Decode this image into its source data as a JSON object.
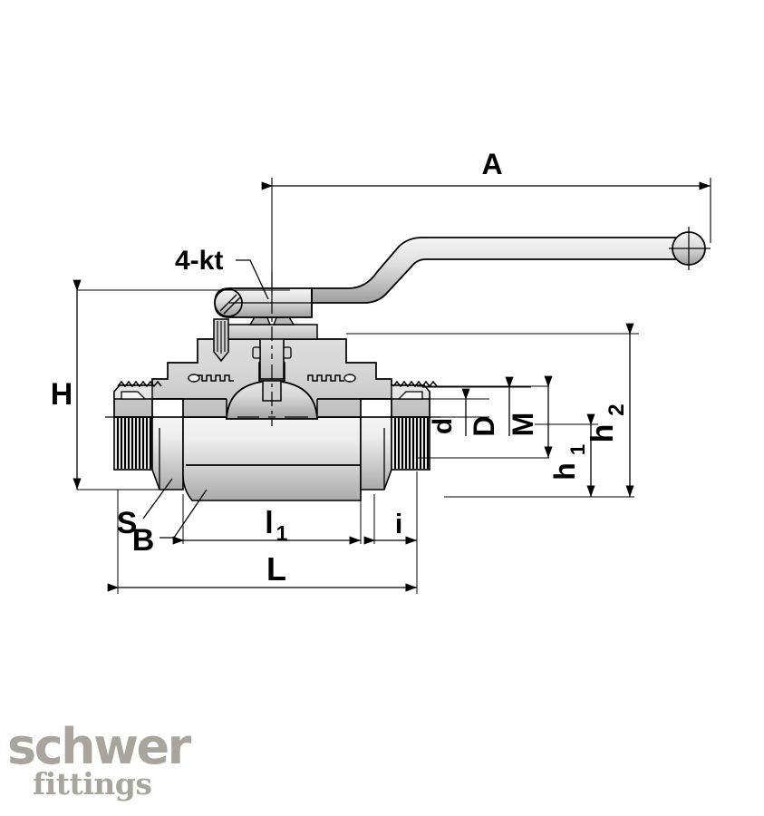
{
  "drawing": {
    "title": "Ball valve half-section technical drawing",
    "background_color": "#ffffff",
    "line_color": "#000000",
    "metal_light": "#f2f2f2",
    "metal_mid": "#d0d0d0",
    "metal_dark": "#a8a8a8",
    "annotations": {
      "square_drive": "4-kt",
      "handle_length": "A",
      "body_height": "H",
      "bore_diameter": "d",
      "seal_diameter": "D",
      "thread_size": "M",
      "height_to_center_1": "h",
      "height_to_center_1_sub": "1",
      "height_to_center_2": "h",
      "height_to_center_2_sub": "2",
      "hex_width": "S",
      "body_width": "B",
      "center_length": "l",
      "center_length_sub": "1",
      "thread_length": "i",
      "overall_length": "L"
    }
  },
  "logo": {
    "brand": "schwer",
    "tagline": "fittings",
    "color": "#a9a49e"
  }
}
